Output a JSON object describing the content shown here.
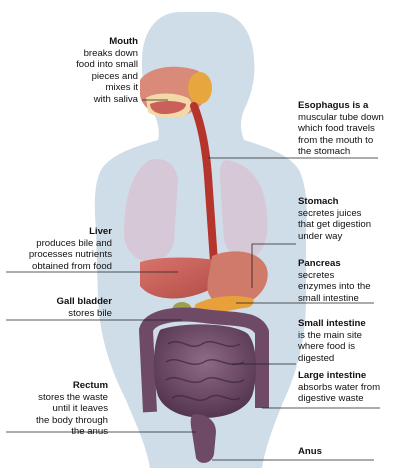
{
  "labels": {
    "mouth": {
      "title": "Mouth",
      "body": "breaks down\nfood into small\npieces and\nmixes it\nwith saliva"
    },
    "esophagus": {
      "title": "Esophagus is a",
      "body": "muscular tube down\nwhich food travels\nfrom the mouth to\nthe stomach"
    },
    "stomach": {
      "title": "Stomach",
      "body": "secretes juices\nthat get digestion\nunder way"
    },
    "liver": {
      "title": "Liver",
      "body": "produces bile and\nprocesses nutrients\nobtained from food"
    },
    "pancreas": {
      "title": "Pancreas",
      "body": "secretes\nenzymes into the\nsmall intestine"
    },
    "gallbladder": {
      "title": "Gall bladder",
      "body": "stores bile"
    },
    "small_intestine": {
      "title": "Small intestine",
      "body": "is the main site\nwhere food is\ndigested"
    },
    "large_intestine": {
      "title": "Large intestine",
      "body": "absorbs water from\ndigestive waste"
    },
    "rectum": {
      "title": "Rectum",
      "body": "stores the waste\nuntil it leaves\nthe body through\nthe anus"
    },
    "anus": {
      "title": "Anus",
      "body": ""
    }
  },
  "colors": {
    "body_silhouette": "#cfdde9",
    "lungs": "#d6c8d6",
    "liver": "#c9605a",
    "stomach": "#d07a6a",
    "esophagus": "#b5342c",
    "pancreas": "#e8a03a",
    "intestine": "#6e4a66",
    "leader_line": "#222222"
  }
}
